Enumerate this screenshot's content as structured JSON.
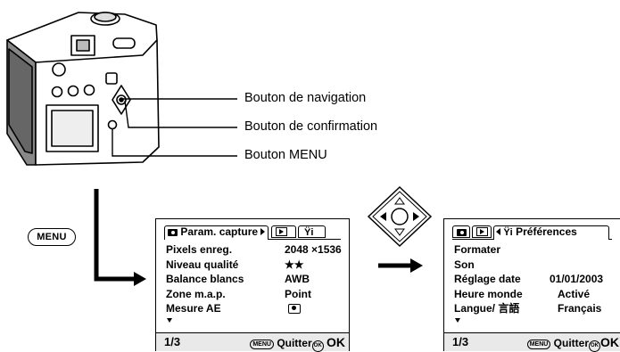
{
  "callouts": {
    "nav": "Bouton de navigation",
    "ok": "Bouton de confirmation",
    "menu": "Bouton MENU"
  },
  "menu_key": "MENU",
  "screen_capture": {
    "tab_label": "Param. capture",
    "rows": [
      {
        "label": "Pixels enreg.",
        "value": "2048 ×1536"
      },
      {
        "label": "Niveau qualité",
        "value": "★★"
      },
      {
        "label": "Balance blancs",
        "value": "AWB"
      },
      {
        "label": "Zone m.a.p.",
        "value": "Point"
      },
      {
        "label": "Mesure AE",
        "value": ""
      }
    ],
    "page": "1/3",
    "footer_menu": "MENU",
    "footer_quit": "Quitter",
    "footer_ok_icon": "OK",
    "footer_ok": "OK"
  },
  "screen_prefs": {
    "tab_label": "Préférences",
    "rows": [
      {
        "label": "Formater",
        "value": ""
      },
      {
        "label": "Son",
        "value": ""
      },
      {
        "label": "Réglage date",
        "value": "01/01/2003"
      },
      {
        "label": "Heure monde",
        "value": "Activé"
      },
      {
        "label": "Langue/ 言語",
        "value": "Français"
      }
    ],
    "page": "1/3",
    "footer_menu": "MENU",
    "footer_quit": "Quitter",
    "footer_ok_icon": "OK",
    "footer_ok": "OK"
  }
}
